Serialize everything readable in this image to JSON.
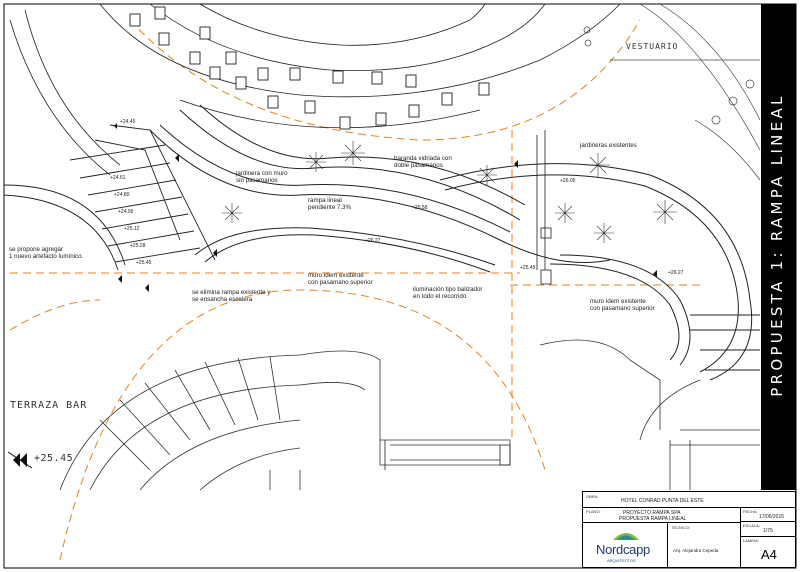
{
  "sheet": {
    "title": "PROPUESTA 1: RAMPA LINEAL"
  },
  "labels": {
    "vestuario": "VESTUARIO",
    "terraza_bar": "TERRAZA  BAR",
    "level_main": "+25.45"
  },
  "notes": {
    "jardineras_existentes": "jardineras existentes",
    "jardinera_muro": "jardinera con muro\nsin pasamanos",
    "baranda": "baranda vidriada con\ndoble pasamanos",
    "rampa_lineal": "rampa lineal\npendiente 7.3%",
    "se_propone": "se propone agregar\n1 nuevo artefacto lumínico.",
    "muro_idem_1": "muro idem existente\ncon pasamano superior",
    "iluminacion": "iluminación tipo balizador\nen todo el recorrido",
    "se_elimina": "se elimina rampa existente y\nse ensancha escalera",
    "muro_idem_2": "muro idem existente\ncon pasamano superior"
  },
  "levels": {
    "l1": "+24.45",
    "l2": "+24.61",
    "l3": "+24.80",
    "l4": "+24.95",
    "l5": "+25.12",
    "l6": "+25.28",
    "l7": "+25.45",
    "l8": "+26.27",
    "l9": "+26.27",
    "l10": "+25.45",
    "l11": "+26.05",
    "l12": "+25.58"
  },
  "title_block": {
    "obra_label": "OBRA:",
    "obra": "HOTEL CONRAD PUNTA DEL ESTE",
    "plano_label": "PLANO:",
    "plano_1": "PROYECTO RAMPA SPA",
    "plano_2": "PROPUESTA RAMPA LINEAL",
    "fecha_label": "FECHA:",
    "fecha": "17/06/2015",
    "escala_label": "ESCALA:",
    "escala": "1/75",
    "tecnico_label": "TÉCNICO:",
    "tecnico": "Arq. Alejandra Cepeda",
    "lamina_label": "LÁMINA:",
    "lamina": "A4",
    "brand": "Nordcapp",
    "brand_sub": "ARQUITECTOS"
  },
  "colors": {
    "line": "#222222",
    "axis": "#e8821e",
    "band": "#000000",
    "brand_text": "#1f3c6e",
    "brand_green": "#7ab648",
    "brand_teal": "#2e8f7c"
  }
}
